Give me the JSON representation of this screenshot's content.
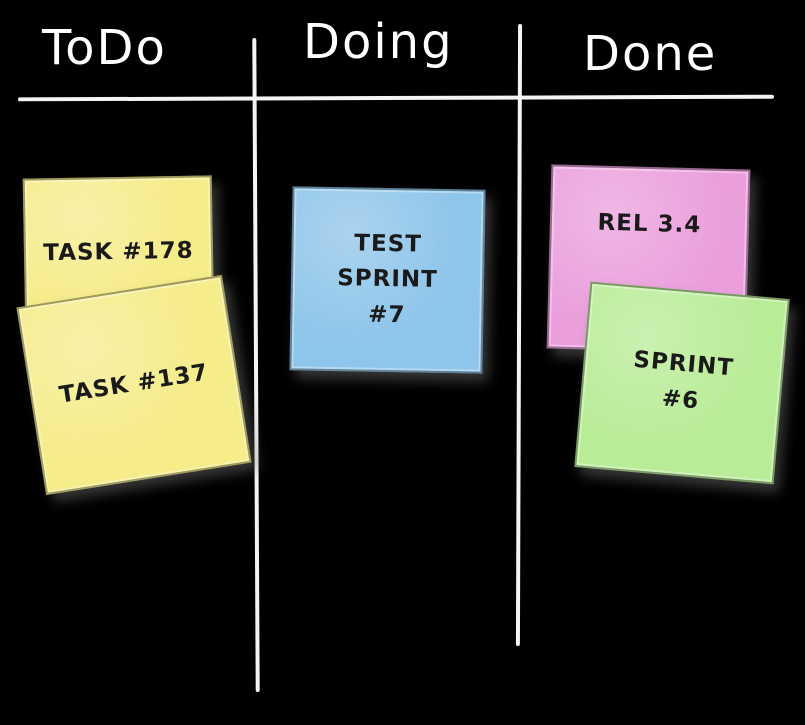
{
  "columns": [
    {
      "title": "ToDo"
    },
    {
      "title": "Doing"
    },
    {
      "title": "Done"
    }
  ],
  "notes": {
    "todo_1": {
      "text": "TASK #178",
      "color": "#f5ec8a"
    },
    "todo_2": {
      "text": "TASK #137",
      "color": "#f5ec8a"
    },
    "doing_1": {
      "text": "TEST\nSPRINT\n#7",
      "color": "#8ec5ea"
    },
    "done_1": {
      "text": "REL 3.4",
      "color": "#ea9fdc"
    },
    "done_2": {
      "text": "SPRINT\n#6",
      "color": "#b9ec97"
    }
  },
  "colors": {
    "board_background": "#000000",
    "chalk": "#ffffff"
  }
}
